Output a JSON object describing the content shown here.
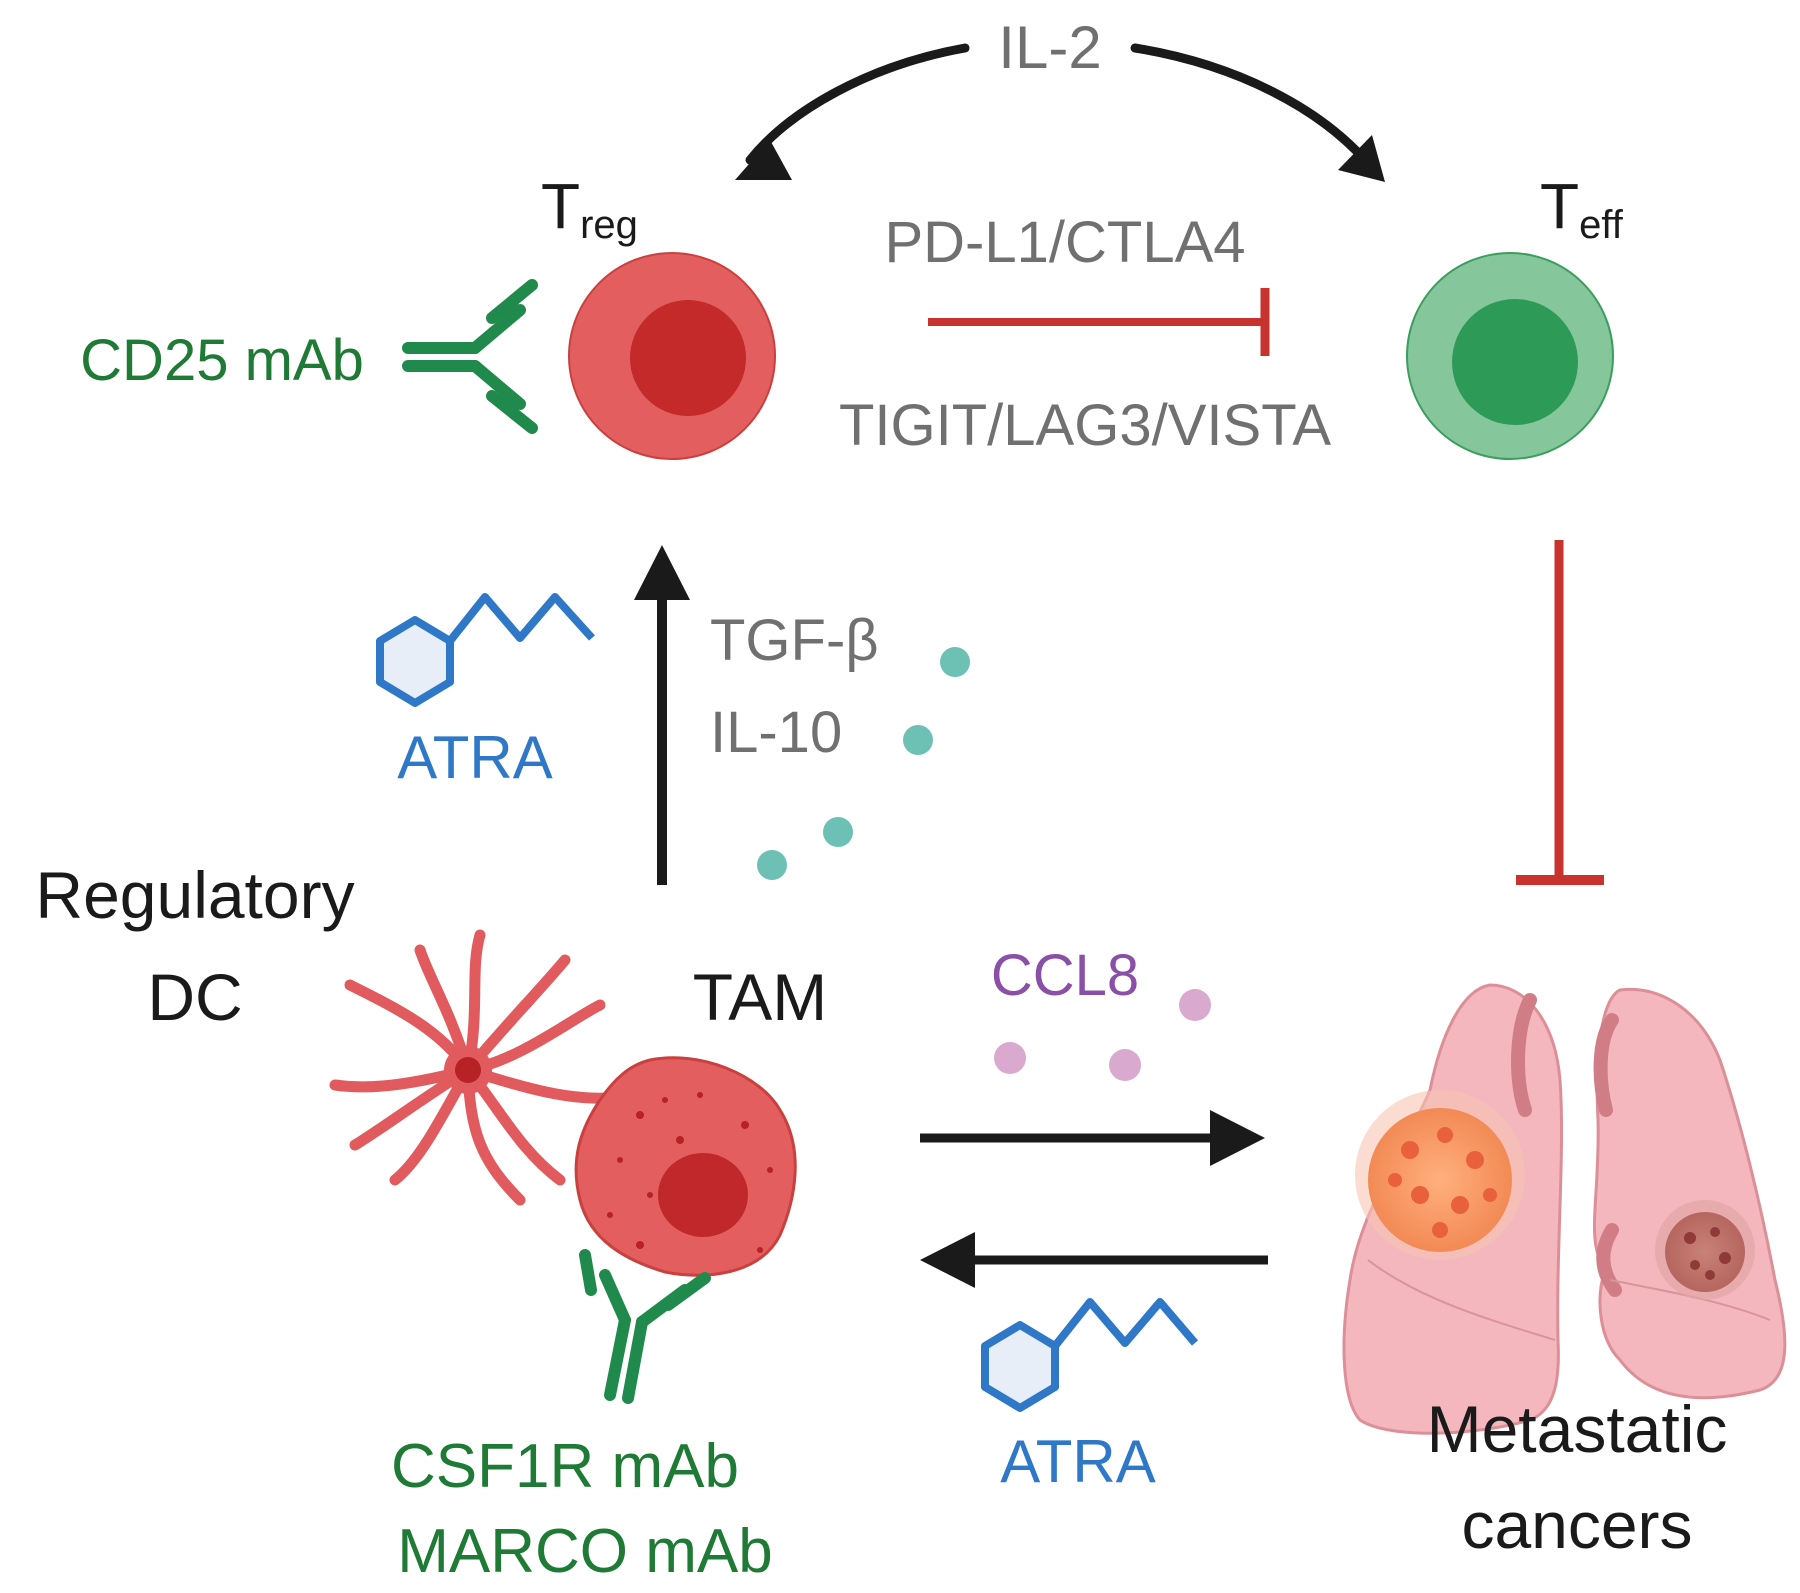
{
  "labels": {
    "il2": "IL-2",
    "treg_main": "T",
    "treg_sub": "reg",
    "teff_main": "T",
    "teff_sub": "eff",
    "pdl1": "PD-L1/CTLA4",
    "tigit": "TIGIT/LAG3/VISTA",
    "cd25": "CD25 mAb",
    "atra_top": "ATRA",
    "tgfb": "TGF-β",
    "il10": "IL-10",
    "regulatory": "Regulatory",
    "dc": "DC",
    "tam": "TAM",
    "ccl8": "CCL8",
    "csf1r": "CSF1R mAb",
    "marco": "MARCO mAb",
    "atra_bottom": "ATRA",
    "metastatic": "Metastatic",
    "cancers": "cancers"
  },
  "colors": {
    "treg_outer": "#e45a5a",
    "treg_inner": "#c42a2a",
    "teff_outer": "#85c79a",
    "teff_inner": "#2e9a58",
    "inhibit": "#c8332d",
    "antibody": "#1f8a4c",
    "atra": "#2f78c8",
    "cytokine_teal": "#6cc0b4",
    "ccl8_dot": "#d9a9cf",
    "lung": "#f3b7bd",
    "tumor_orange": "#f5a070"
  }
}
